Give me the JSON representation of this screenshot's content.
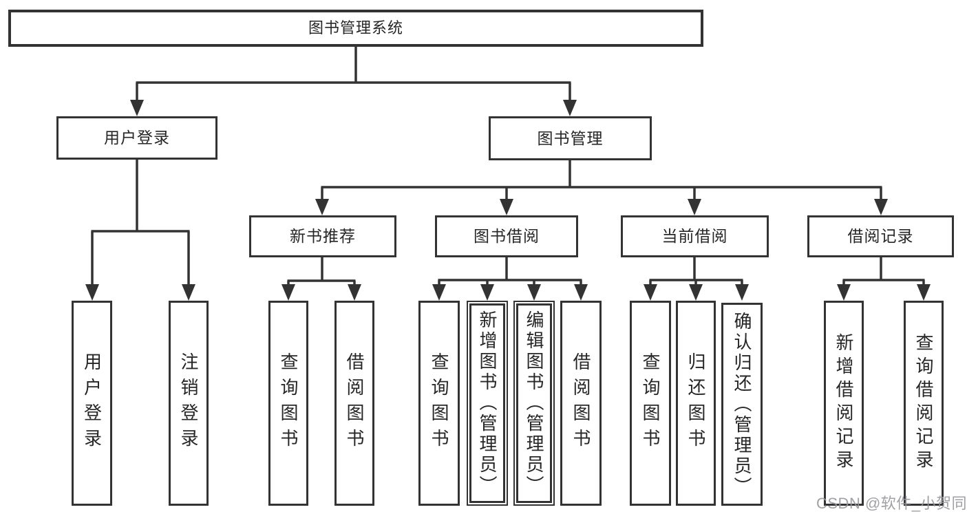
{
  "tree": {
    "root": {
      "label": "图书管理系统",
      "children": [
        {
          "label": "用户登录",
          "children": [
            {
              "label": "用户登录"
            },
            {
              "label": "注销登录"
            }
          ]
        },
        {
          "label": "图书管理",
          "children": [
            {
              "label": "新书推荐",
              "children": [
                {
                  "label": "查询图书"
                },
                {
                  "label": "借阅图书"
                }
              ]
            },
            {
              "label": "图书借阅",
              "children": [
                {
                  "label": "查询图书"
                },
                {
                  "label": "新增图书（管理员）"
                },
                {
                  "label": "编辑图书（管理员）"
                },
                {
                  "label": "借阅图书"
                }
              ]
            },
            {
              "label": "当前借阅",
              "children": [
                {
                  "label": "查询图书"
                },
                {
                  "label": "归还图书"
                },
                {
                  "label": "确认归还（管理员）"
                }
              ]
            },
            {
              "label": "借阅记录",
              "children": [
                {
                  "label": "新增借阅记录"
                },
                {
                  "label": "查询借阅记录"
                }
              ]
            }
          ]
        }
      ]
    }
  },
  "watermark": {
    "text": "CSDN @软件_小贺同学"
  },
  "colors": {
    "line": "#333333",
    "box_border": "#333333",
    "text": "#262626",
    "watermark": "#96969b",
    "background": "#ffffff"
  }
}
